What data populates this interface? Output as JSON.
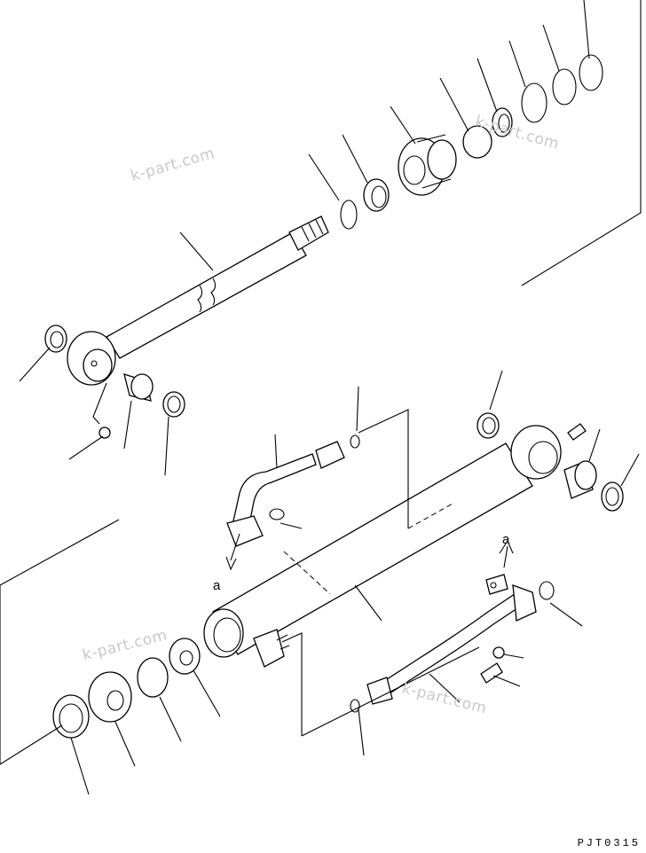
{
  "watermark": "k-part.com",
  "reference_letter": "a",
  "drawing_code": "PJT0315"
}
